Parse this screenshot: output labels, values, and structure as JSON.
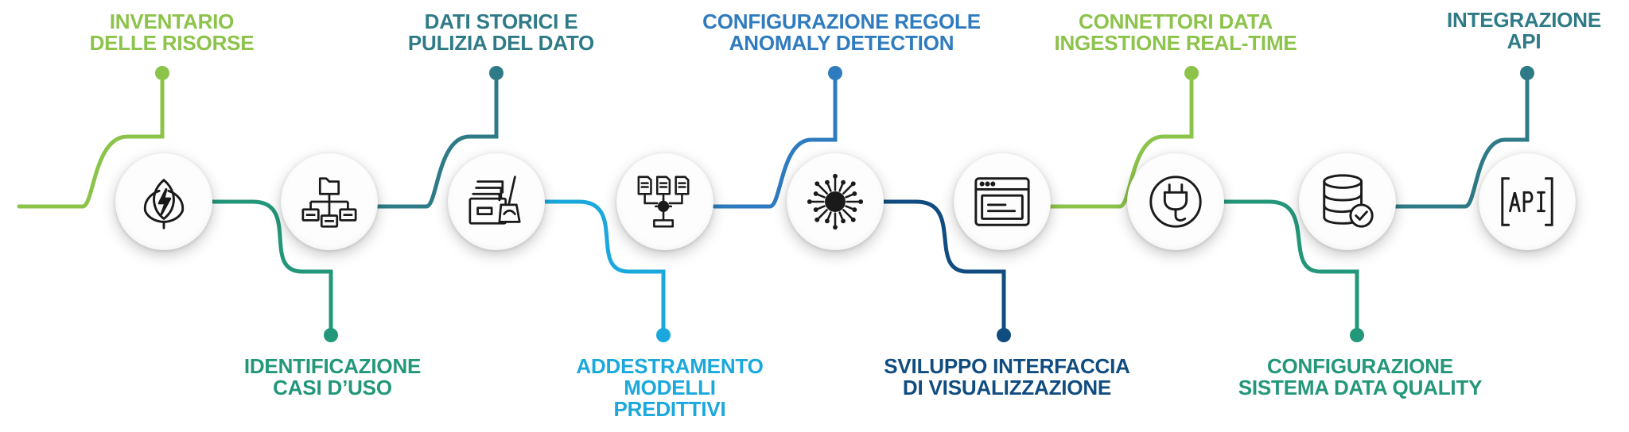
{
  "colors": {
    "light_green": "#8cc34a",
    "teal_green": "#23977a",
    "dark_teal": "#2e7b87",
    "sky_blue": "#1ba8dc",
    "mid_blue": "#2f7bbf",
    "navy_blue": "#104c80",
    "icon_stroke": "#1a1a1a"
  },
  "steps": [
    {
      "lines": [
        "INVENTARIO",
        "DELLE RISORSE"
      ],
      "color_key": "light_green",
      "icon": "leaf-lightning-icon"
    },
    {
      "lines": [
        "IDENTIFICAZIONE",
        "CASI D’USO"
      ],
      "color_key": "teal_green",
      "icon": "folder-hierarchy-icon"
    },
    {
      "lines": [
        "DATI STORICI E",
        "PULIZIA DEL DATO"
      ],
      "color_key": "dark_teal",
      "icon": "documents-broom-icon"
    },
    {
      "lines": [
        "ADDESTRAMENTO",
        "MODELLI",
        "PREDITTIVI"
      ],
      "color_key": "sky_blue",
      "icon": "documents-gear-icon"
    },
    {
      "lines": [
        "CONFIGURAZIONE REGOLE",
        "ANOMALY DETECTION"
      ],
      "color_key": "mid_blue",
      "icon": "network-burst-icon"
    },
    {
      "lines": [
        "SVILUPPO INTERFACCIA",
        "DI VISUALIZZAZIONE"
      ],
      "color_key": "navy_blue",
      "icon": "browser-window-icon"
    },
    {
      "lines": [
        "CONNETTORI DATA",
        "INGESTIONE REAL-TIME"
      ],
      "color_key": "light_green",
      "icon": "plug-connector-icon"
    },
    {
      "lines": [
        "CONFIGURAZIONE",
        "SISTEMA DATA QUALITY"
      ],
      "color_key": "teal_green",
      "icon": "database-check-icon"
    },
    {
      "lines": [
        "INTEGRAZIONE",
        "API"
      ],
      "color_key": "dark_teal",
      "icon": "api-icon"
    }
  ]
}
